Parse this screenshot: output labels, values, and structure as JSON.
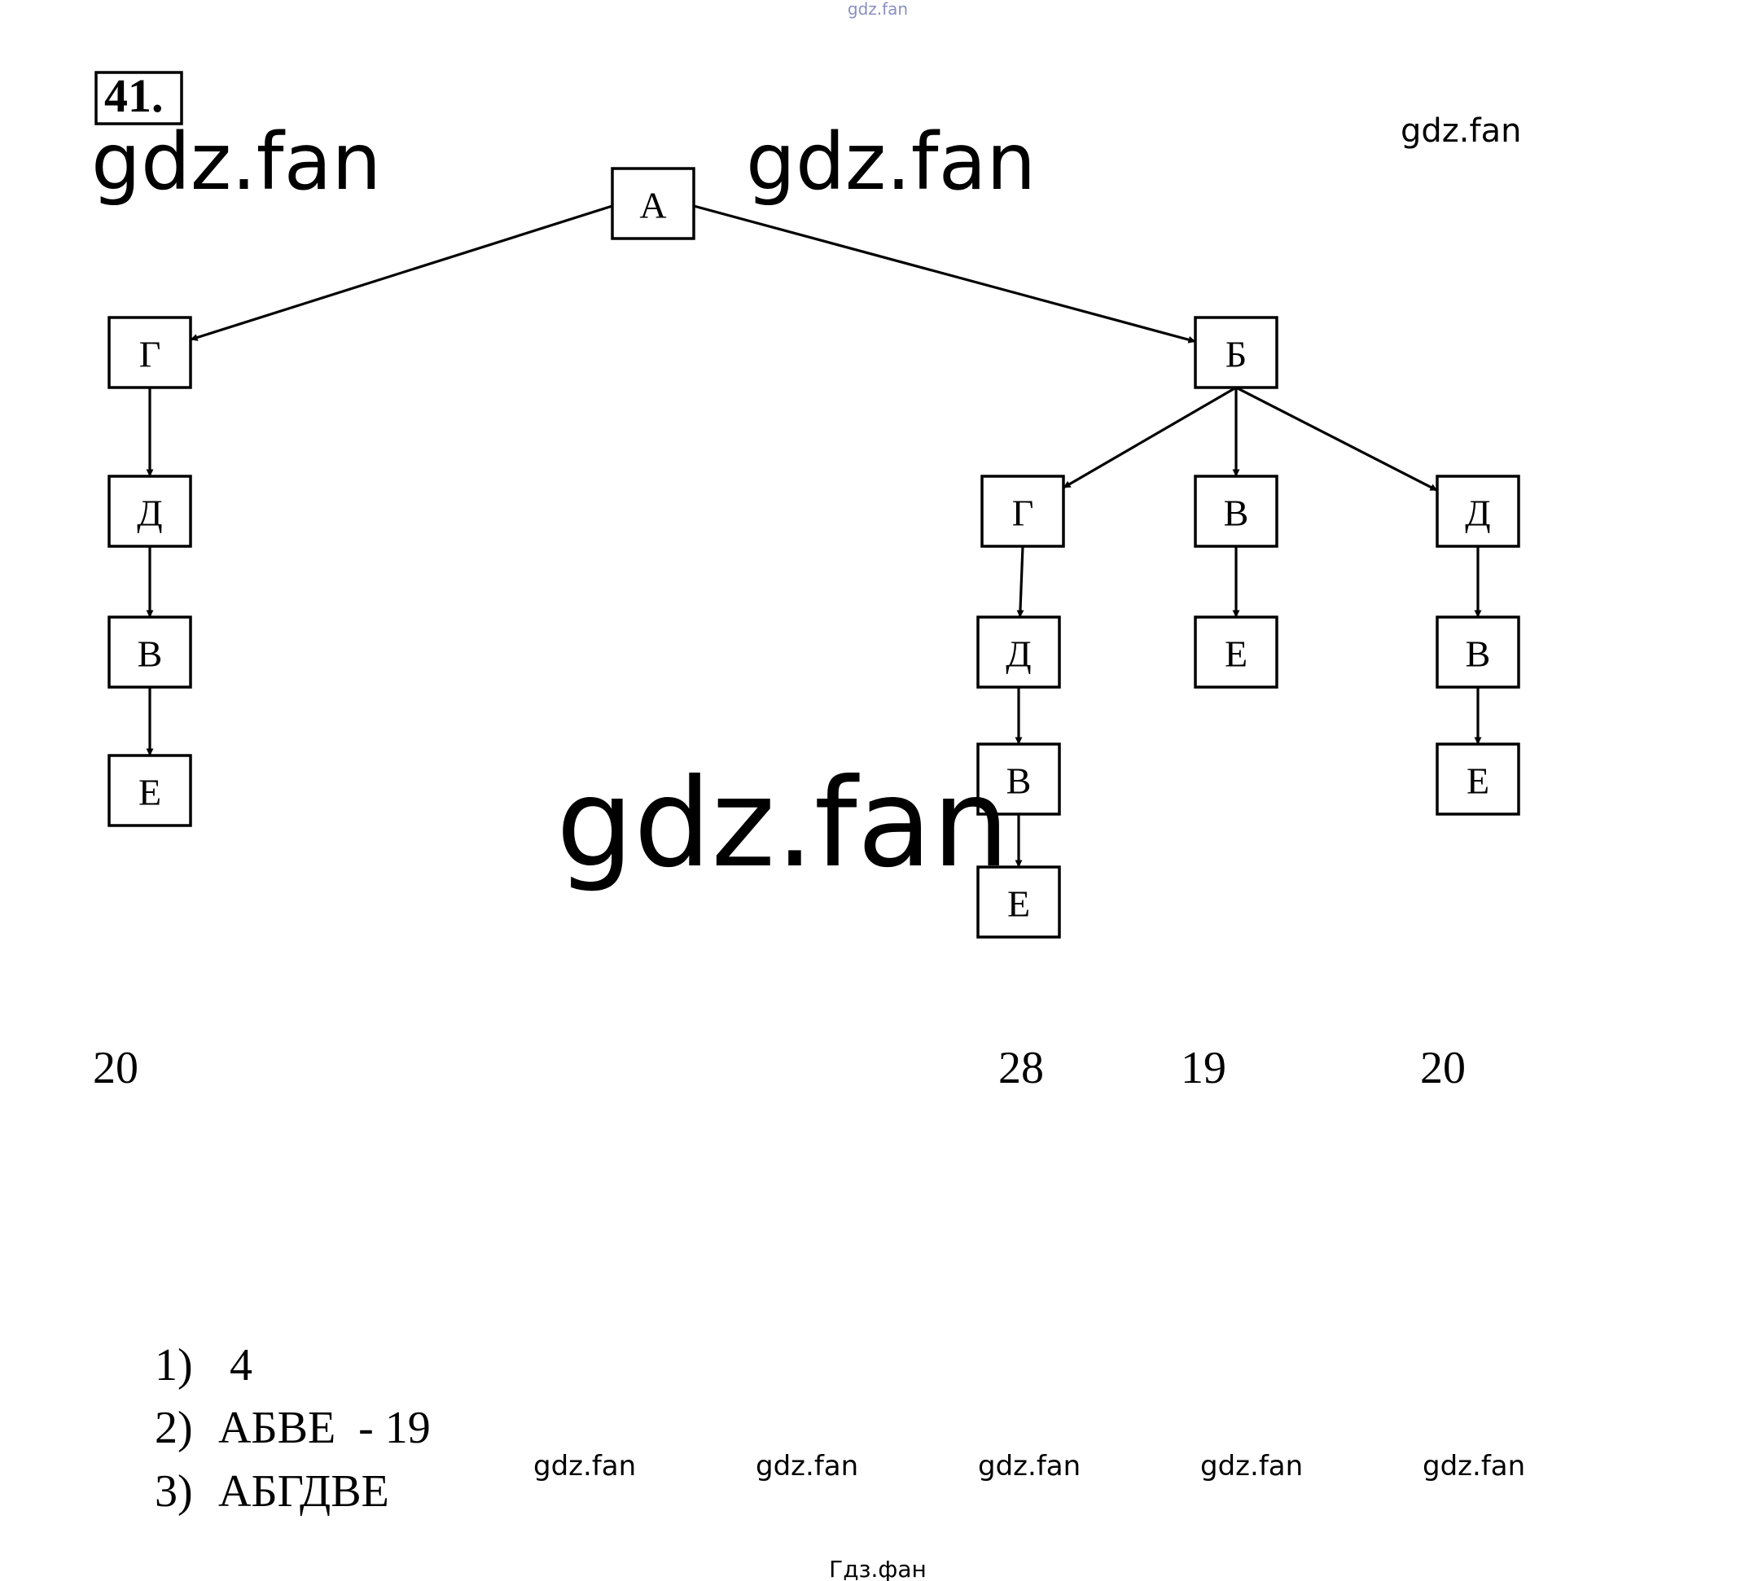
{
  "problem_number": "41.",
  "watermarks": {
    "top_tiny": "gdz.fan",
    "large_left": "gdz.fan",
    "large_center": "gdz.fan",
    "small_right": "gdz.fan",
    "huge_center": "gdz.fan",
    "bottom_row": [
      "gdz.fan",
      "gdz.fan",
      "gdz.fan",
      "gdz.fan",
      "gdz.fan"
    ],
    "footer": "Гдз.фан"
  },
  "tree": {
    "nodes": [
      {
        "id": "A",
        "label": "А"
      },
      {
        "id": "G1",
        "label": "Г"
      },
      {
        "id": "D1",
        "label": "Д"
      },
      {
        "id": "V1",
        "label": "В"
      },
      {
        "id": "E1",
        "label": "Е"
      },
      {
        "id": "B",
        "label": "Б"
      },
      {
        "id": "G2",
        "label": "Г"
      },
      {
        "id": "D2",
        "label": "Д"
      },
      {
        "id": "V2",
        "label": "В"
      },
      {
        "id": "E2",
        "label": "Е"
      },
      {
        "id": "V3",
        "label": "В"
      },
      {
        "id": "E3",
        "label": "Е"
      },
      {
        "id": "D3",
        "label": "Д"
      },
      {
        "id": "V4",
        "label": "В"
      },
      {
        "id": "E4",
        "label": "Е"
      }
    ],
    "edges": [
      [
        "A",
        "G1"
      ],
      [
        "G1",
        "D1"
      ],
      [
        "D1",
        "V1"
      ],
      [
        "V1",
        "E1"
      ],
      [
        "A",
        "B"
      ],
      [
        "B",
        "G2"
      ],
      [
        "G2",
        "D2"
      ],
      [
        "D2",
        "V2"
      ],
      [
        "V2",
        "E2"
      ],
      [
        "B",
        "V3"
      ],
      [
        "V3",
        "E3"
      ],
      [
        "B",
        "D3"
      ],
      [
        "D3",
        "V4"
      ],
      [
        "V4",
        "E4"
      ]
    ]
  },
  "path_totals": [
    "20",
    "28",
    "19",
    "20"
  ],
  "answers": [
    {
      "num": "1)",
      "text": "4"
    },
    {
      "num": "2)",
      "text": "АБВЕ  - 19"
    },
    {
      "num": "3)",
      "text": "АБГДВЕ"
    }
  ]
}
